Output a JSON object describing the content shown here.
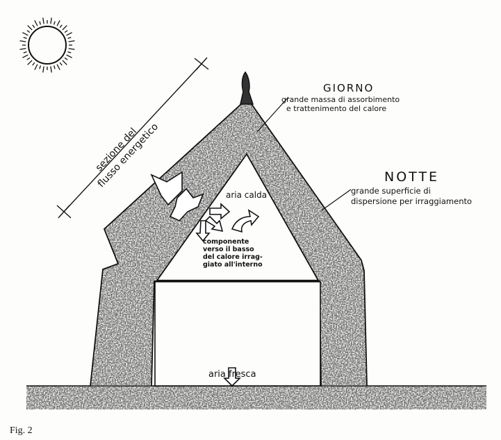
{
  "labels": {
    "section": [
      "sezione del",
      "flusso energetico"
    ],
    "day_title": "GIORNO",
    "day_desc": [
      "grande massa di assorbimento",
      "e trattenimento del calore"
    ],
    "night_title": "NOTTE",
    "night_desc": [
      "grande superficie di",
      "dispersione per irraggiamento"
    ],
    "warm_air": "aria calda",
    "component": [
      "componente",
      "verso il basso",
      "del calore irrag-",
      "giato all'interno"
    ],
    "fresh_air": "aria fresca",
    "caption": "Fig. 2"
  }
}
